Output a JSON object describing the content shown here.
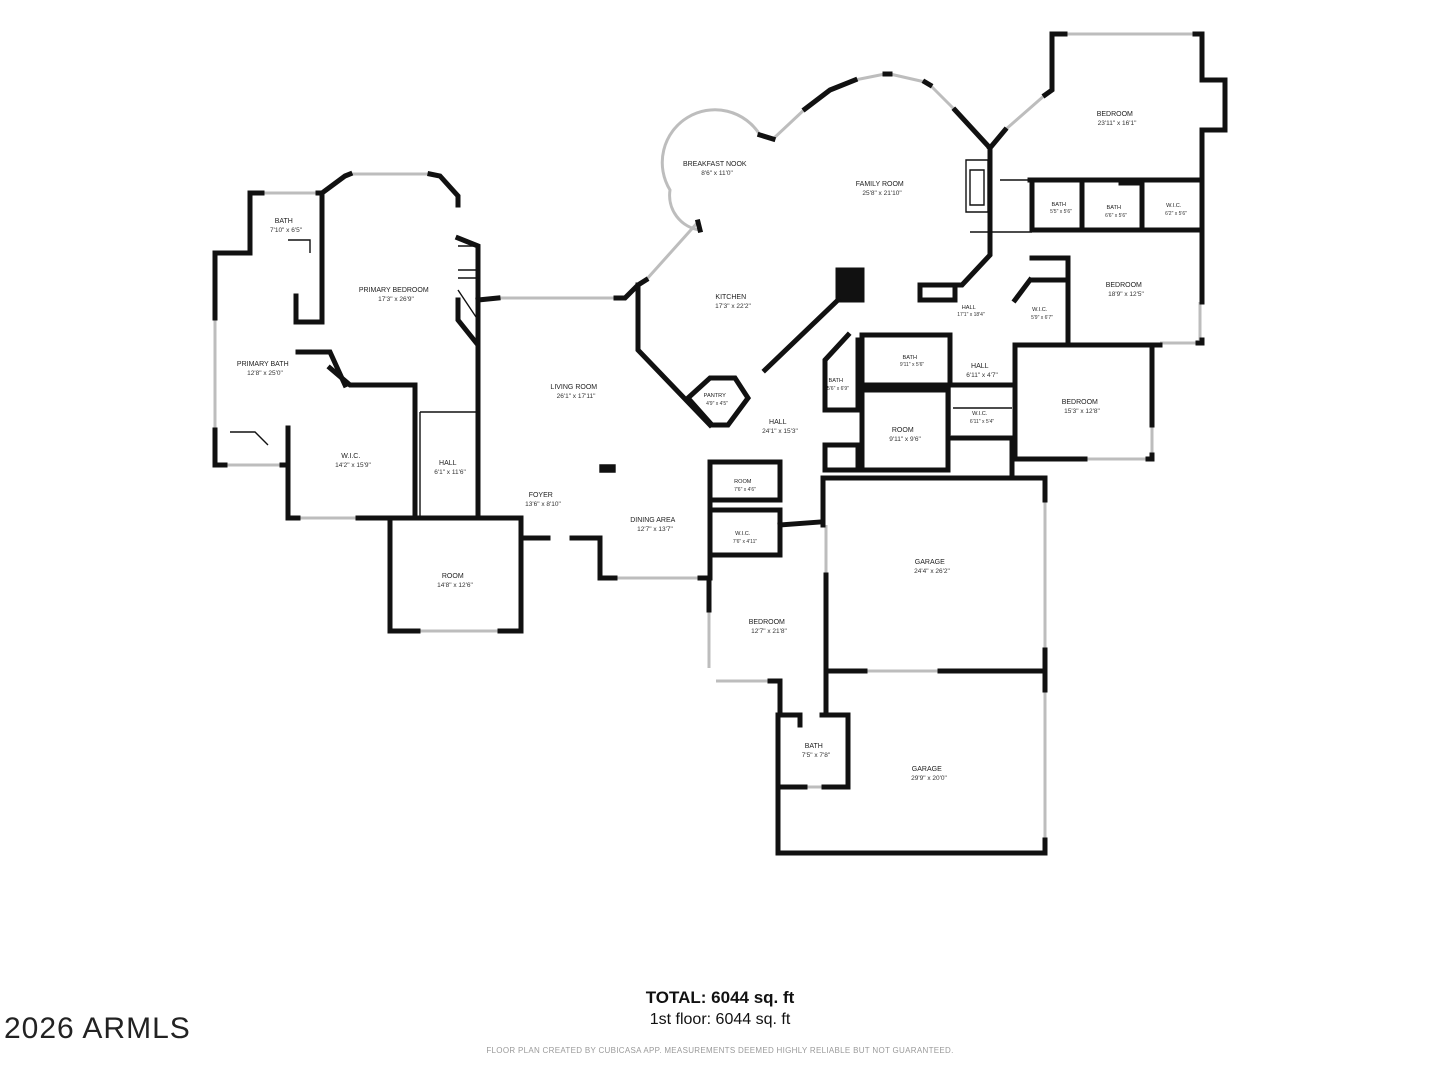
{
  "rooms": [
    {
      "name": "BATH",
      "dims": "7'10\" x 6'5\""
    },
    {
      "name": "PRIMARY BEDROOM",
      "dims": "17'3\" x 26'9\""
    },
    {
      "name": "PRIMARY BATH",
      "dims": "12'8\" x 25'0\""
    },
    {
      "name": "W.I.C.",
      "dims": "14'2\" x 15'9\""
    },
    {
      "name": "HALL",
      "dims": "6'1\" x 11'6\""
    },
    {
      "name": "ROOM",
      "dims": "14'8\" x 12'6\""
    },
    {
      "name": "LIVING ROOM",
      "dims": "26'1\" x 17'11\""
    },
    {
      "name": "FOYER",
      "dims": "13'6\" x 8'10\""
    },
    {
      "name": "DINING AREA",
      "dims": "12'7\" x 13'7\""
    },
    {
      "name": "BREAKFAST NOOK",
      "dims": "8'6\" x 11'0\""
    },
    {
      "name": "FAMILY ROOM",
      "dims": "25'8\" x 21'10\""
    },
    {
      "name": "KITCHEN",
      "dims": "17'3\" x 22'2\""
    },
    {
      "name": "PANTRY",
      "dims": "4'9\" x 4'5\""
    },
    {
      "name": "HALL",
      "dims": "24'1\" x 15'3\""
    },
    {
      "name": "ROOM",
      "dims": "7'6\" x 4'6\""
    },
    {
      "name": "W.I.C.",
      "dims": "7'6\" x 4'11\""
    },
    {
      "name": "BEDROOM",
      "dims": "12'7\" x 21'8\""
    },
    {
      "name": "BATH",
      "dims": "7'5\" x 7'8\""
    },
    {
      "name": "GARAGE",
      "dims": "24'4\" x 26'2\""
    },
    {
      "name": "GARAGE",
      "dims": "29'9\" x 20'0\""
    },
    {
      "name": "BEDROOM",
      "dims": "23'11\" x 16'1\""
    },
    {
      "name": "BATH",
      "dims": "5'5\" x 5'6\""
    },
    {
      "name": "BATH",
      "dims": "6'6\" x 5'6\""
    },
    {
      "name": "W.I.C.",
      "dims": "6'2\" x 5'6\""
    },
    {
      "name": "BEDROOM",
      "dims": "18'9\" x 12'5\""
    },
    {
      "name": "HALL",
      "dims": "17'1\" x 18'4\""
    },
    {
      "name": "W.I.C.",
      "dims": "5'9\" x 6'7\""
    },
    {
      "name": "BATH",
      "dims": "9'11\" x 5'6\""
    },
    {
      "name": "BATH",
      "dims": "5'6\" x 6'9\""
    },
    {
      "name": "HALL",
      "dims": "6'11\" x 4'7\""
    },
    {
      "name": "ROOM",
      "dims": "9'11\" x 9'6\""
    },
    {
      "name": "W.I.C.",
      "dims": "6'11\" x 5'4\""
    },
    {
      "name": "BEDROOM",
      "dims": "15'3\" x 12'8\""
    }
  ],
  "summary": {
    "total": "TOTAL: 6044 sq. ft",
    "floor": "1st floor: 6044 sq. ft"
  },
  "copyright": "2026 ARMLS",
  "disclaimer": "FLOOR PLAN CREATED BY CUBICASA APP. MEASUREMENTS DEEMED HIGHLY RELIABLE BUT NOT GUARANTEED."
}
